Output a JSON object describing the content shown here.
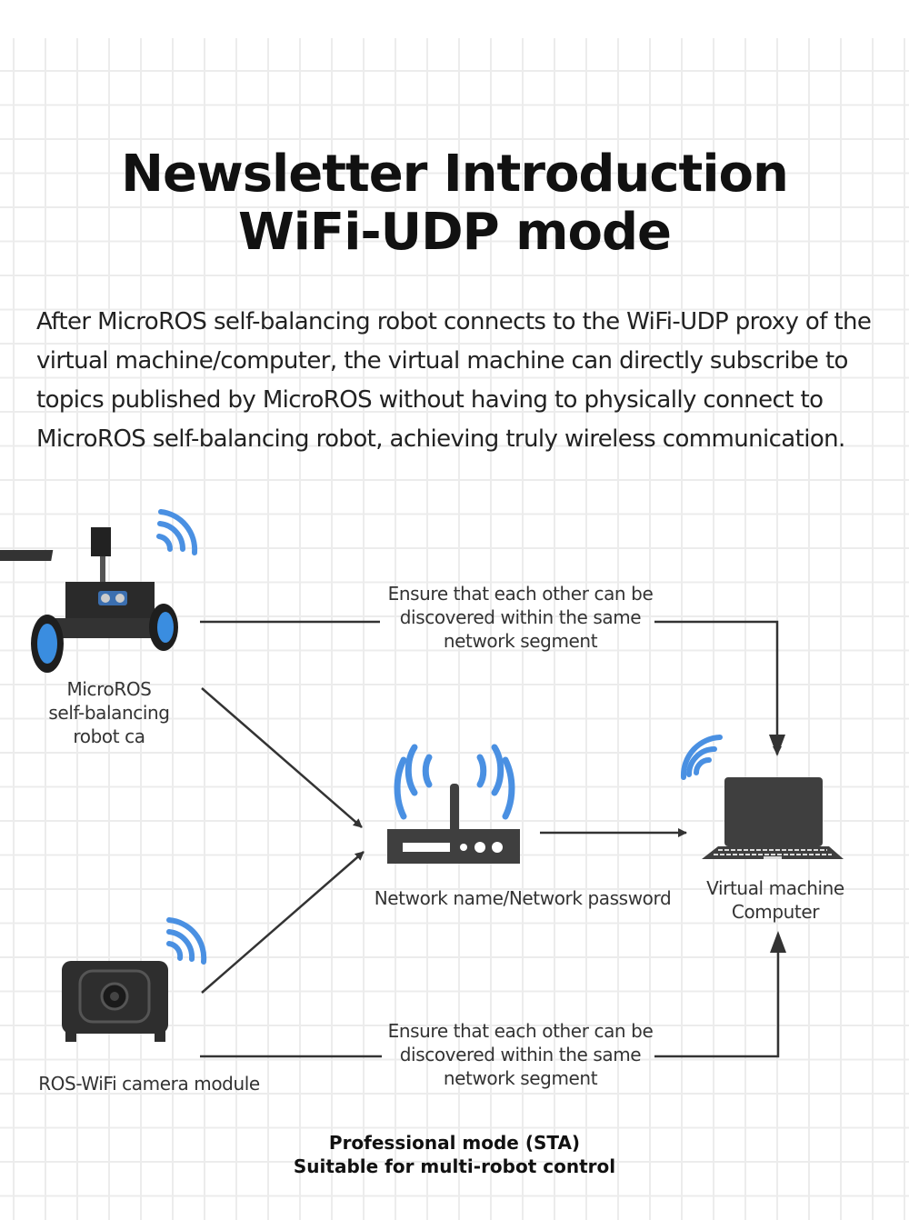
{
  "title": {
    "line1": "Newsletter Introduction",
    "line2": "WiFi-UDP mode"
  },
  "intro": "After MicroROS self-balancing robot connects to the WiFi-UDP proxy of the virtual machine/computer, the virtual machine can directly subscribe to topics published by MicroROS without having to physically connect to MicroROS self-balancing robot, achieving truly wireless communication.",
  "nodes": {
    "robot": {
      "line1": "MicroROS",
      "line2": "self-balancing",
      "line3": "robot ca"
    },
    "router": "Network name/Network password",
    "computer": {
      "line1": "Virtual machine",
      "line2": "Computer"
    },
    "camera": "ROS-WiFi camera module"
  },
  "edges": {
    "top": {
      "line1": "Ensure that each other can be",
      "line2": "discovered within the same",
      "line3": "network segment"
    },
    "bottom": {
      "line1": "Ensure that each other can be",
      "line2": "discovered within the same",
      "line3": "network segment"
    }
  },
  "footer": {
    "line1": "Professional mode (STA)",
    "line2": "Suitable for multi-robot control"
  },
  "colors": {
    "wifi": "#4a90e2",
    "icon": "#3f3f3f",
    "line": "#333333"
  }
}
